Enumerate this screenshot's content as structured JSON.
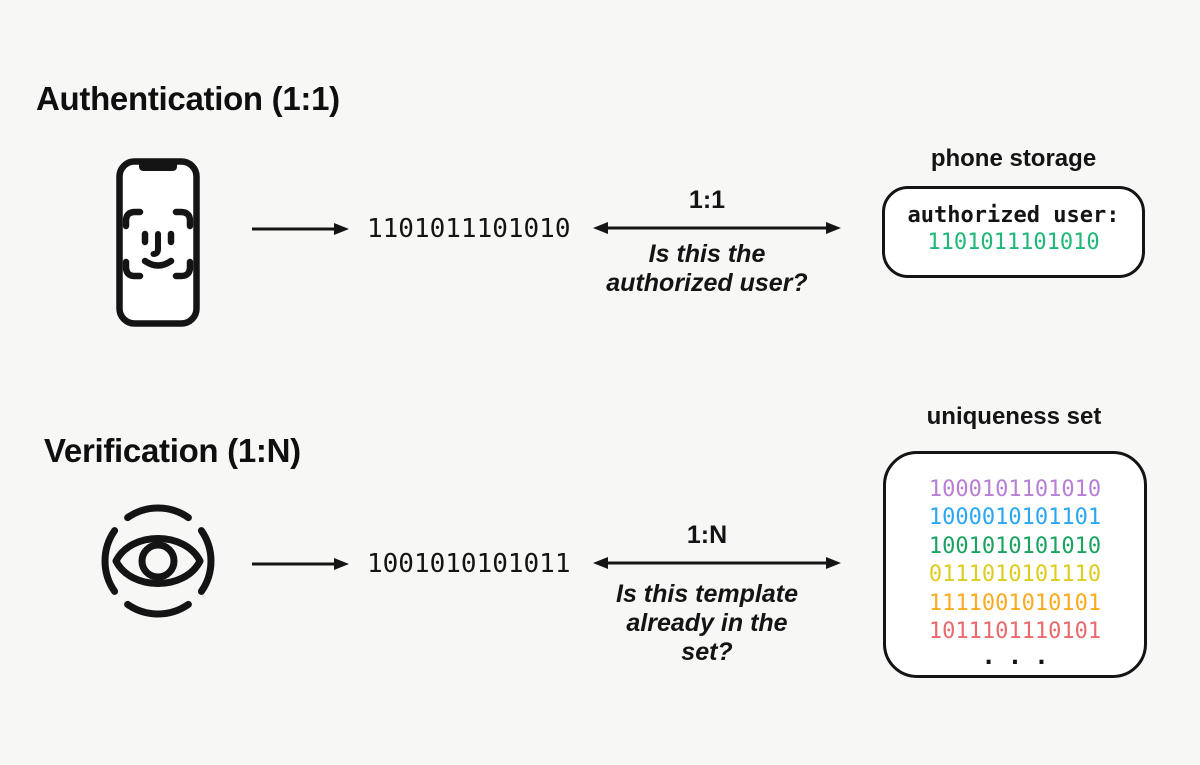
{
  "auth": {
    "title": "Authentication (1:1)",
    "source_icon": "phone-faceid-icon",
    "template": "1101011101010",
    "relation_label": "1:1",
    "question_lines": [
      "Is this the",
      "authorized user?"
    ],
    "storage": {
      "label": "phone storage",
      "field_label": "authorized user:",
      "value": "1101011101010",
      "value_color": "#1eb877"
    }
  },
  "verification": {
    "title": "Verification (1:N)",
    "source_icon": "iris-scan-eye-icon",
    "template": "1001010101011",
    "relation_label": "1:N",
    "question_lines": [
      "Is this template",
      "already in the",
      "set?"
    ],
    "set": {
      "label": "uniqueness set",
      "entries": [
        {
          "value": "1000101101010",
          "color": "#b87fd4"
        },
        {
          "value": "1000010101101",
          "color": "#2aa6f2"
        },
        {
          "value": "1001010101010",
          "color": "#1aa35f"
        },
        {
          "value": "0111010101110",
          "color": "#dccd20"
        },
        {
          "value": "1111001010101",
          "color": "#fcaa1f"
        },
        {
          "value": "1011101110101",
          "color": "#ea696d"
        }
      ],
      "ellipsis": "..."
    }
  },
  "colors": {
    "background": "#f7f7f5",
    "ink": "#141414"
  }
}
